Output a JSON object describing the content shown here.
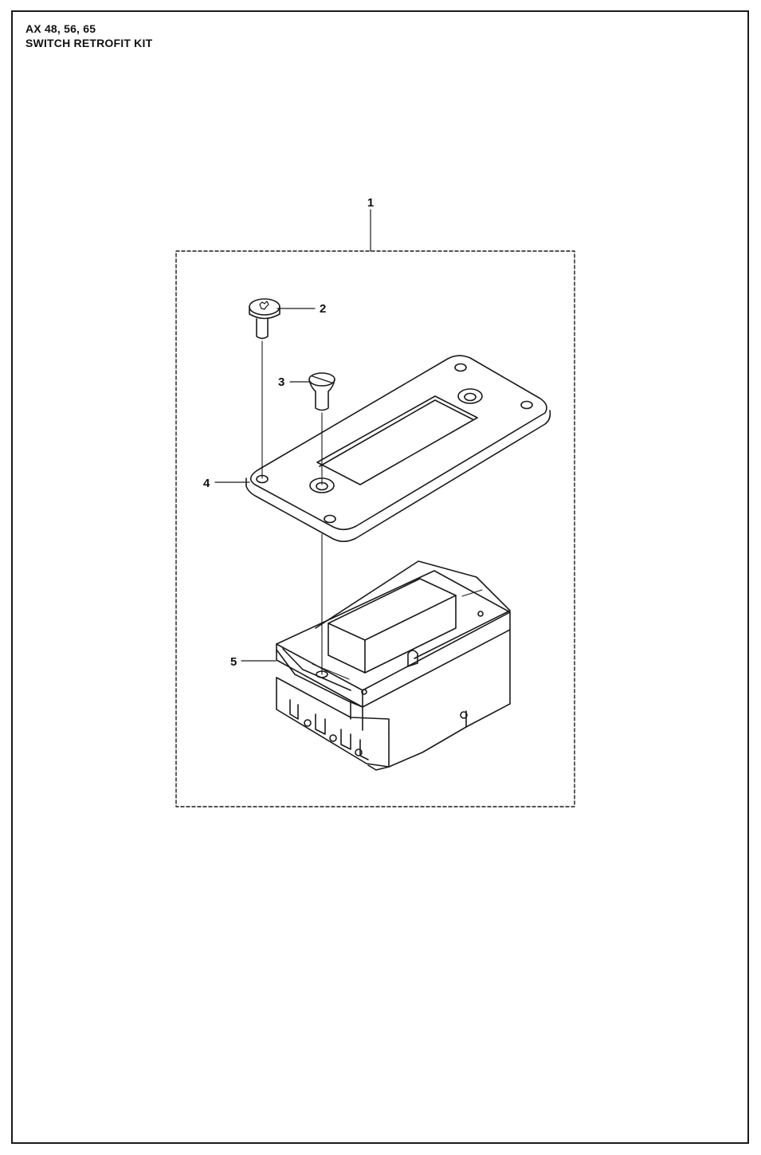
{
  "header": {
    "model_line": "AX 48, 56, 65",
    "kit_name": "SWITCH RETROFIT KIT"
  },
  "callouts": {
    "kit": "1",
    "screw_torx": "2",
    "screw_slotted": "3",
    "mounting_plate": "4",
    "switch": "5"
  }
}
